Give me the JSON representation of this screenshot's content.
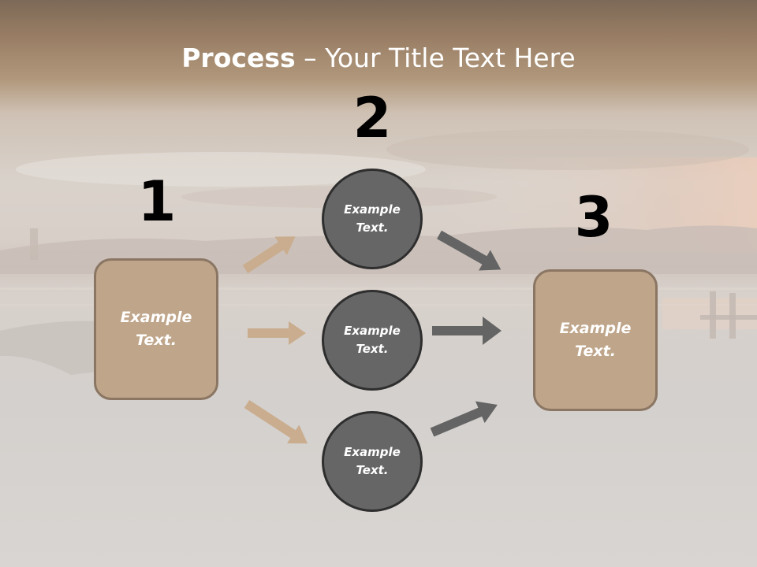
{
  "slide": {
    "title_bold": "Process",
    "title_rest": " – Your Title Text Here",
    "numbers": {
      "one": "1",
      "two": "2",
      "three": "3"
    },
    "left_box": {
      "line1": "Example",
      "line2": "Text."
    },
    "right_box": {
      "line1": "Example",
      "line2": "Text."
    },
    "circles": [
      {
        "line1": "Example",
        "line2": "Text."
      },
      {
        "line1": "Example",
        "line2": "Text."
      },
      {
        "line1": "Example",
        "line2": "Text."
      }
    ],
    "colors": {
      "box_fill": "#bfa58a",
      "box_border": "#8a7663",
      "circle_fill": "#666666",
      "circle_border": "#2e2e2e",
      "tan_arrow": "#c9ad8e",
      "gray_arrow": "#646464"
    }
  }
}
